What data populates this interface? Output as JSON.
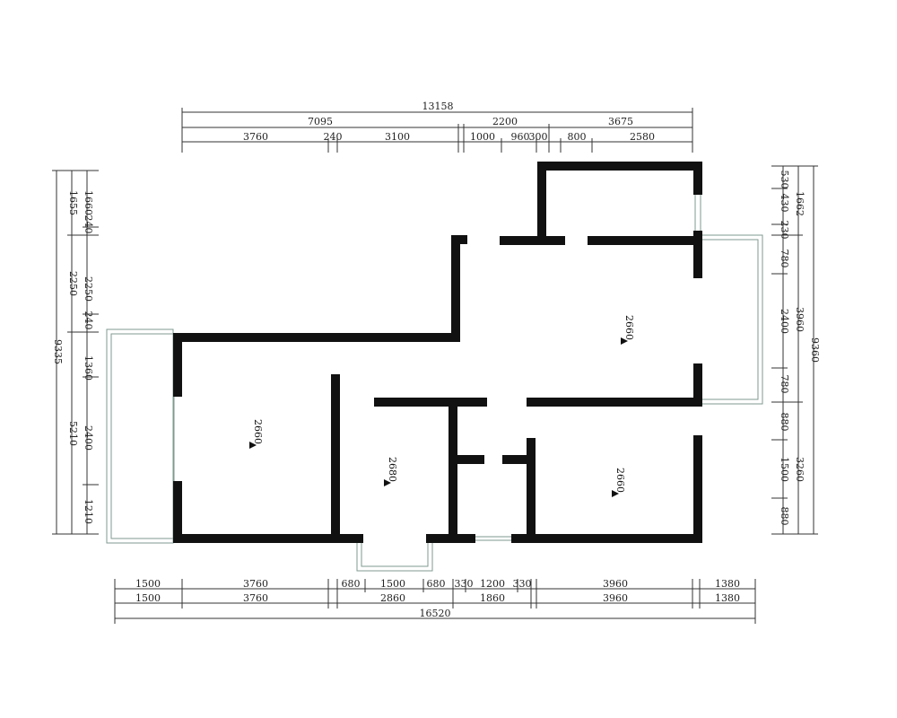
{
  "dimensions": {
    "top": {
      "total": "13158",
      "row2": [
        "7095",
        "2200",
        "3675"
      ],
      "row3": [
        "3760",
        "240",
        "3100",
        "1000",
        "960",
        "300",
        "800",
        "2580"
      ]
    },
    "left": {
      "total": "9335",
      "middle": [
        "1655",
        "2250",
        "5210"
      ],
      "inner": [
        "1660",
        "240",
        "2250",
        "240",
        "1360",
        "2400",
        "1210"
      ]
    },
    "right": {
      "total": "9360",
      "middle": [
        "1662",
        "3960",
        "3260"
      ],
      "inner": [
        "530",
        "430",
        "230",
        "780",
        "2400",
        "780",
        "880",
        "1500",
        "880"
      ]
    },
    "bottom": {
      "row1": [
        "1500",
        "3760",
        "680",
        "1500",
        "680",
        "330",
        "1200",
        "330",
        "3960",
        "1380"
      ],
      "row2": [
        "1500",
        "3760",
        "2860",
        "1860",
        "3960",
        "1380"
      ],
      "total": "16520"
    }
  },
  "rooms": [
    {
      "elevation": "2660"
    },
    {
      "elevation": "2680"
    },
    {
      "elevation": "2660"
    },
    {
      "elevation": "2660"
    }
  ]
}
